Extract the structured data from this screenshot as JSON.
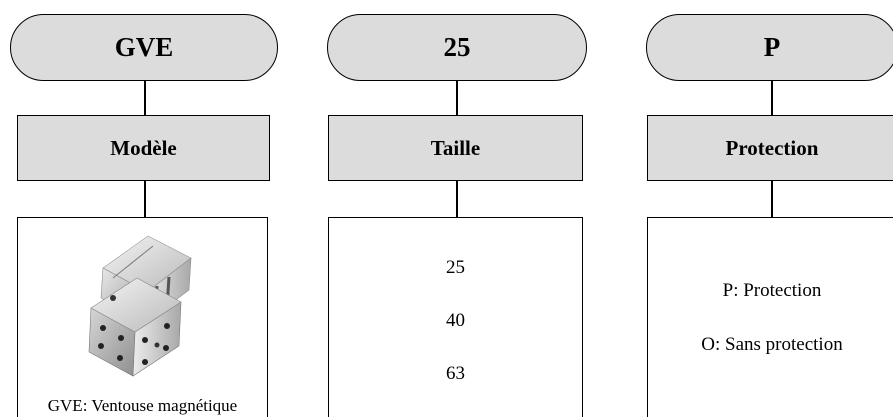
{
  "columns": [
    {
      "code": "GVE",
      "label": "Modèle",
      "caption": "GVE: Ventouse magnétique",
      "image": "magnetic-gripper-photo"
    },
    {
      "code": "25",
      "label": "Taille",
      "options": [
        "25",
        "40",
        "63"
      ]
    },
    {
      "code": "P",
      "label": "Protection",
      "options": [
        "P: Protection",
        "O: Sans protection"
      ]
    }
  ]
}
